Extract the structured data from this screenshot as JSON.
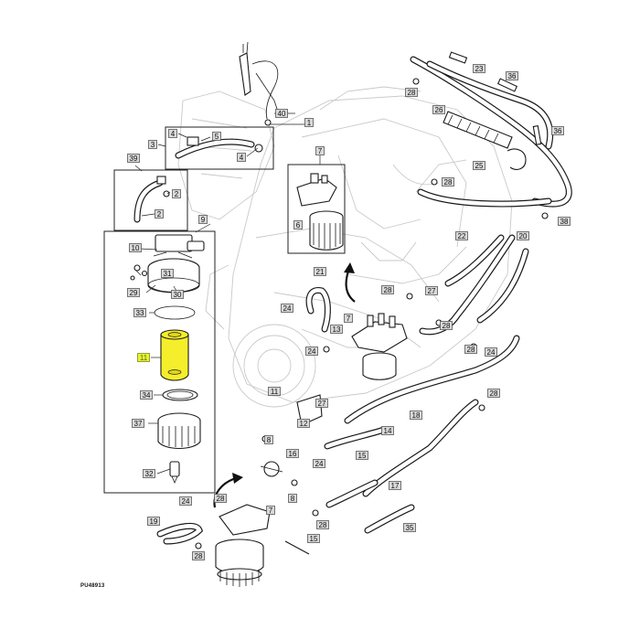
{
  "diagram": {
    "reference_code": "PU48913",
    "highlight_color": "#f5ee2a",
    "highlighted_callout": "11",
    "callouts": [
      {
        "id": "c-4a",
        "label": "4"
      },
      {
        "id": "c-5",
        "label": "5"
      },
      {
        "id": "c-3",
        "label": "3"
      },
      {
        "id": "c-4b",
        "label": "4"
      },
      {
        "id": "c-39",
        "label": "39"
      },
      {
        "id": "c-2a",
        "label": "2"
      },
      {
        "id": "c-2b",
        "label": "2"
      },
      {
        "id": "c-9",
        "label": "9"
      },
      {
        "id": "c-40",
        "label": "40"
      },
      {
        "id": "c-1",
        "label": "1"
      },
      {
        "id": "c-7a",
        "label": "7"
      },
      {
        "id": "c-6",
        "label": "6"
      },
      {
        "id": "c-10",
        "label": "10"
      },
      {
        "id": "c-31",
        "label": "31"
      },
      {
        "id": "c-29",
        "label": "29"
      },
      {
        "id": "c-30",
        "label": "30"
      },
      {
        "id": "c-33",
        "label": "33"
      },
      {
        "id": "c-11",
        "label": "11"
      },
      {
        "id": "c-34",
        "label": "34"
      },
      {
        "id": "c-37",
        "label": "37"
      },
      {
        "id": "c-32",
        "label": "32"
      },
      {
        "id": "c-23",
        "label": "23"
      },
      {
        "id": "c-36a",
        "label": "36"
      },
      {
        "id": "c-28a",
        "label": "28"
      },
      {
        "id": "c-26",
        "label": "26"
      },
      {
        "id": "c-36b",
        "label": "36"
      },
      {
        "id": "c-25",
        "label": "25"
      },
      {
        "id": "c-28b",
        "label": "28"
      },
      {
        "id": "c-38",
        "label": "38"
      },
      {
        "id": "c-22",
        "label": "22"
      },
      {
        "id": "c-20",
        "label": "20"
      },
      {
        "id": "c-27",
        "label": "27"
      },
      {
        "id": "c-28c",
        "label": "28"
      },
      {
        "id": "c-21",
        "label": "21"
      },
      {
        "id": "c-24a",
        "label": "24"
      },
      {
        "id": "c-13",
        "label": "13"
      },
      {
        "id": "c-7b",
        "label": "7"
      },
      {
        "id": "c-24b",
        "label": "24"
      },
      {
        "id": "c-28d",
        "label": "28"
      },
      {
        "id": "c-24c",
        "label": "24"
      },
      {
        "id": "c-28e",
        "label": "28"
      },
      {
        "id": "c-11b",
        "label": "11"
      },
      {
        "id": "c-27b",
        "label": "27"
      },
      {
        "id": "c-12",
        "label": "12"
      },
      {
        "id": "c-18",
        "label": "18"
      },
      {
        "id": "c-14",
        "label": "14"
      },
      {
        "id": "c-15",
        "label": "15"
      },
      {
        "id": "c-16",
        "label": "16"
      },
      {
        "id": "c-8",
        "label": "8"
      },
      {
        "id": "c-24d",
        "label": "24"
      },
      {
        "id": "c-24e",
        "label": "24"
      },
      {
        "id": "c-17",
        "label": "17"
      },
      {
        "id": "c-35",
        "label": "35"
      },
      {
        "id": "c-28f",
        "label": "28"
      },
      {
        "id": "c-28g",
        "label": "28"
      },
      {
        "id": "c-19",
        "label": "19"
      },
      {
        "id": "c-7c",
        "label": "7"
      },
      {
        "id": "c-15b",
        "label": "15"
      },
      {
        "id": "c-28h",
        "label": "28"
      },
      {
        "id": "c-8b",
        "label": "8"
      },
      {
        "id": "c-28i",
        "label": "28"
      }
    ]
  }
}
